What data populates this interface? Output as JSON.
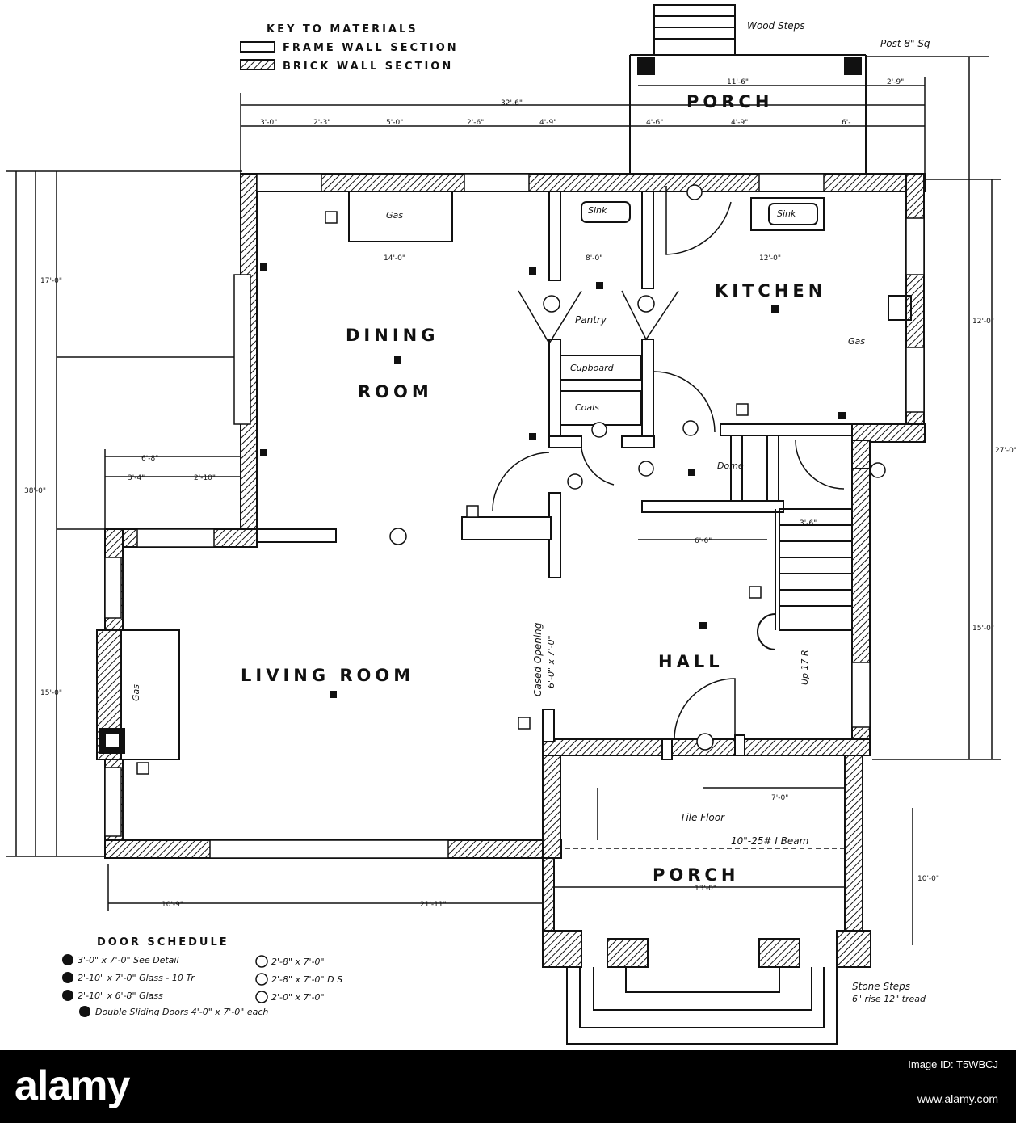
{
  "key": {
    "title": "KEY TO MATERIALS",
    "frame": "FRAME WALL SECTION",
    "brick": "BRICK WALL SECTION"
  },
  "rooms": {
    "porch_back": "PORCH",
    "kitchen": "KITCHEN",
    "dining1": "DINING",
    "dining2": "ROOM",
    "living": "LIVING ROOM",
    "hall": "HALL",
    "porch_front": "PORCH"
  },
  "labels": {
    "wood_steps": "Wood Steps",
    "post": "Post 8\" Sq",
    "sink1": "Sink",
    "sink2": "Sink",
    "gas_kitchen": "Gas",
    "gas_dining": "Gas",
    "gas_living": "Gas",
    "pantry": "Pantry",
    "cupboard": "Cupboard",
    "coals": "Coals",
    "cased_opening": "Cased Opening",
    "cased_size": "6'-0\" x 7'-0\"",
    "up_stairs": "Up 17 R",
    "tile_floor": "Tile Floor",
    "ibeam": "10\"-25# I Beam",
    "stone_steps": "Stone Steps",
    "stone_steps2": "6\" rise 12\" tread",
    "dome": "Dome"
  },
  "dims": {
    "d_total_top": "32'-6\"",
    "d_porch_w": "11'-6\"",
    "d_porch_r": "2'-9\"",
    "d_a": "3'-0\"",
    "d_b": "2'-3\"",
    "d_c": "5'-0\"",
    "d_d": "2'-6\"",
    "d_e": "4'-9\"",
    "d_f": "4'-6\"",
    "d_g": "4'-9\"",
    "d_h": "6'-",
    "d_din": "14'-0\"",
    "d_pan": "8'-0\"",
    "d_kit": "12'-0\"",
    "d_left_total": "38'-0\"",
    "d_left_17": "17'-0\"",
    "d_left_15": "15'-0\"",
    "d_right_27": "27'-0\"",
    "d_right_12": "12'-0\"",
    "d_right_15": "15'-0\"",
    "d_bay1": "6'-8\"",
    "d_bay2": "3'-4\"",
    "d_bay3": "2'-10\"",
    "d_hall": "6'-6\"",
    "d_stair": "3'-6\"",
    "d_fp": "7'-0\"",
    "d_fp2": "10'-0\"",
    "d_fp3": "13'-0\"",
    "d_bot1": "10'-9\"",
    "d_bot2": "21'-11\"",
    "d_porch_fr": "10'-0\""
  },
  "door_schedule": {
    "title": "DOOR SCHEDULE",
    "a": "3'-0\" x 7'-0\" See Detail",
    "b": "2'-10\" x 7'-0\" Glass - 10 Tr",
    "c": "2'-10\" x 6'-8\" Glass",
    "d": "2'-8\" x 7'-0\"",
    "e": "2'-8\" x 7'-0\" D S",
    "g": "2'-0\" x 7'-0\"",
    "h": "Double Sliding Doors 4'-0\" x 7'-0\" each"
  },
  "footer": {
    "brand": "alamy",
    "image_id_label": "Image ID: T5WBCJ",
    "url": "www.alamy.com"
  }
}
